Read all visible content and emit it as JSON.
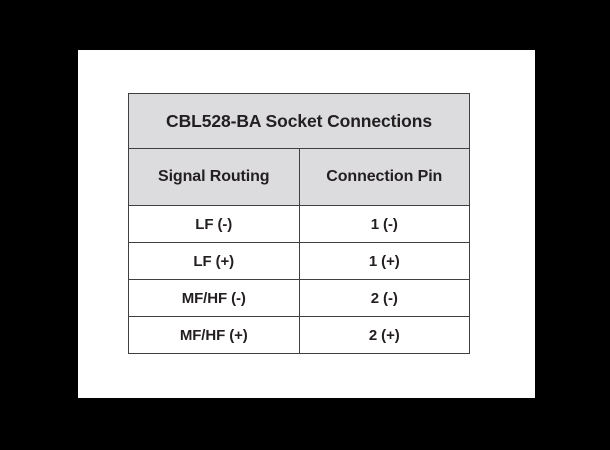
{
  "table": {
    "title": "CBL528-BA Socket Connections",
    "columns": [
      {
        "key": "signal_routing",
        "label": "Signal Routing"
      },
      {
        "key": "connection_pin",
        "label": "Connection Pin"
      }
    ],
    "rows": [
      {
        "signal_routing": "LF (-)",
        "connection_pin": "1 (-)"
      },
      {
        "signal_routing": "LF (+)",
        "connection_pin": "1 (+)"
      },
      {
        "signal_routing": "MF/HF (-)",
        "connection_pin": "2 (-)"
      },
      {
        "signal_routing": "MF/HF (+)",
        "connection_pin": "2 (+)"
      }
    ]
  },
  "style": {
    "background_color": "#000000",
    "panel_color": "#ffffff",
    "header_fill": "#dcdcde",
    "border_color": "#404040",
    "text_color": "#231f20"
  }
}
